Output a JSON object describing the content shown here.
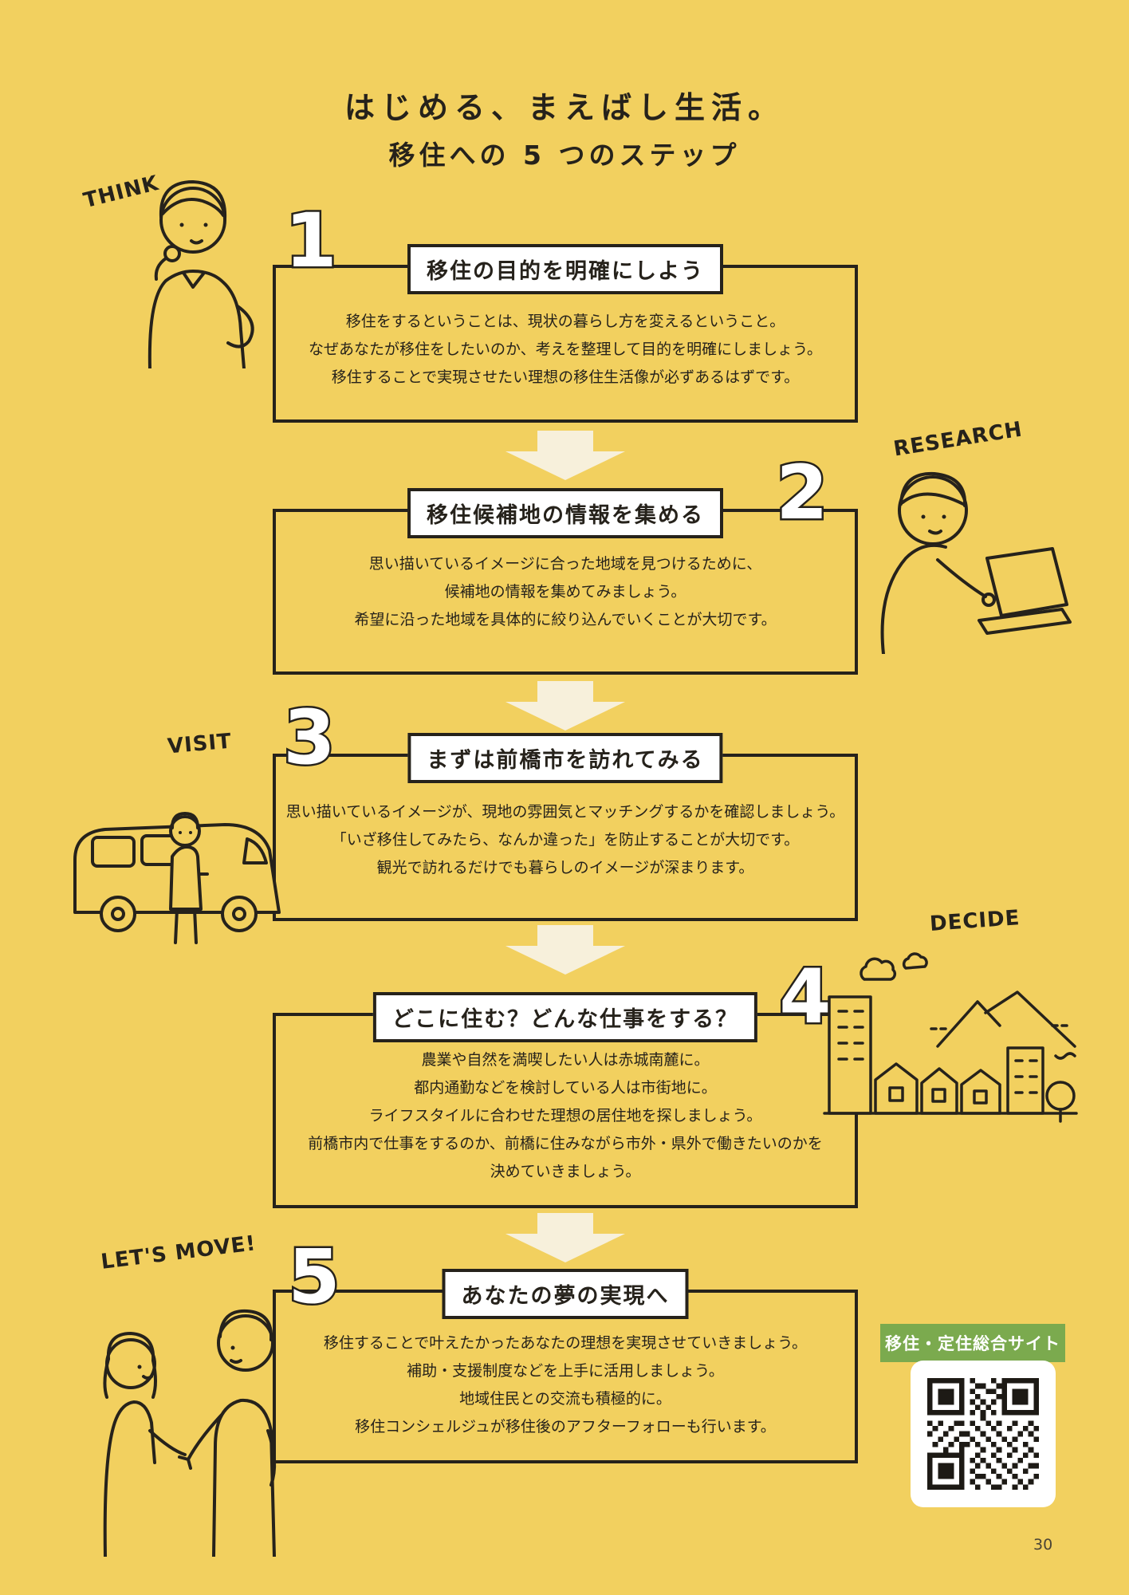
{
  "page": {
    "page_number": "30"
  },
  "title": {
    "line1": "はじめる、まえばし生活。",
    "line2": "移住への 5 つのステップ"
  },
  "steps": [
    {
      "number": "1",
      "tag": "THINK",
      "heading": "移住の目的を明確にしよう",
      "body": [
        "移住をするということは、現状の暮らし方を変えるということ。",
        "なぜあなたが移住をしたいのか、考えを整理して目的を明確にしましょう。",
        "移住することで実現させたい理想の移住生活像が必ずあるはずです。"
      ]
    },
    {
      "number": "2",
      "tag": "RESEARCH",
      "heading": "移住候補地の情報を集める",
      "body": [
        "思い描いているイメージに合った地域を見つけるために、",
        "候補地の情報を集めてみましょう。",
        "希望に沿った地域を具体的に絞り込んでいくことが大切です。"
      ]
    },
    {
      "number": "3",
      "tag": "VISIT",
      "heading": "まずは前橋市を訪れてみる",
      "body": [
        "思い描いているイメージが、現地の雰囲気とマッチングするかを確認しましょう。",
        "「いざ移住してみたら、なんか違った」を防止することが大切です。",
        "観光で訪れるだけでも暮らしのイメージが深まります。"
      ]
    },
    {
      "number": "4",
      "tag": "DECIDE",
      "heading": "どこに住む？どんな仕事をする？",
      "body": [
        "農業や自然を満喫したい人は赤城南麓に。",
        "都内通勤などを検討している人は市街地に。",
        "ライフスタイルに合わせた理想の居住地を探しましょう。",
        "前橋市内で仕事をするのか、前橋に住みながら市外・県外で働きたいのかを",
        "決めていきましょう。"
      ]
    },
    {
      "number": "5",
      "tag": "LET'S MOVE!",
      "heading": "あなたの夢の実現へ",
      "body": [
        "移住することで叶えたかったあなたの理想を実現させていきましょう。",
        "補助・支援制度などを上手に活用しましょう。",
        "地域住民との交流も積極的に。",
        "移住コンシェルジュが移住後のアフターフォローも行います。"
      ]
    }
  ],
  "qr": {
    "label": "移住・定住総合サイト"
  },
  "colors": {
    "background": "#F2D05F",
    "ink": "#26221B",
    "arrow": "#F7F0DB",
    "qr_label_green": "#7BAA4E",
    "white": "#FFFFFF"
  }
}
